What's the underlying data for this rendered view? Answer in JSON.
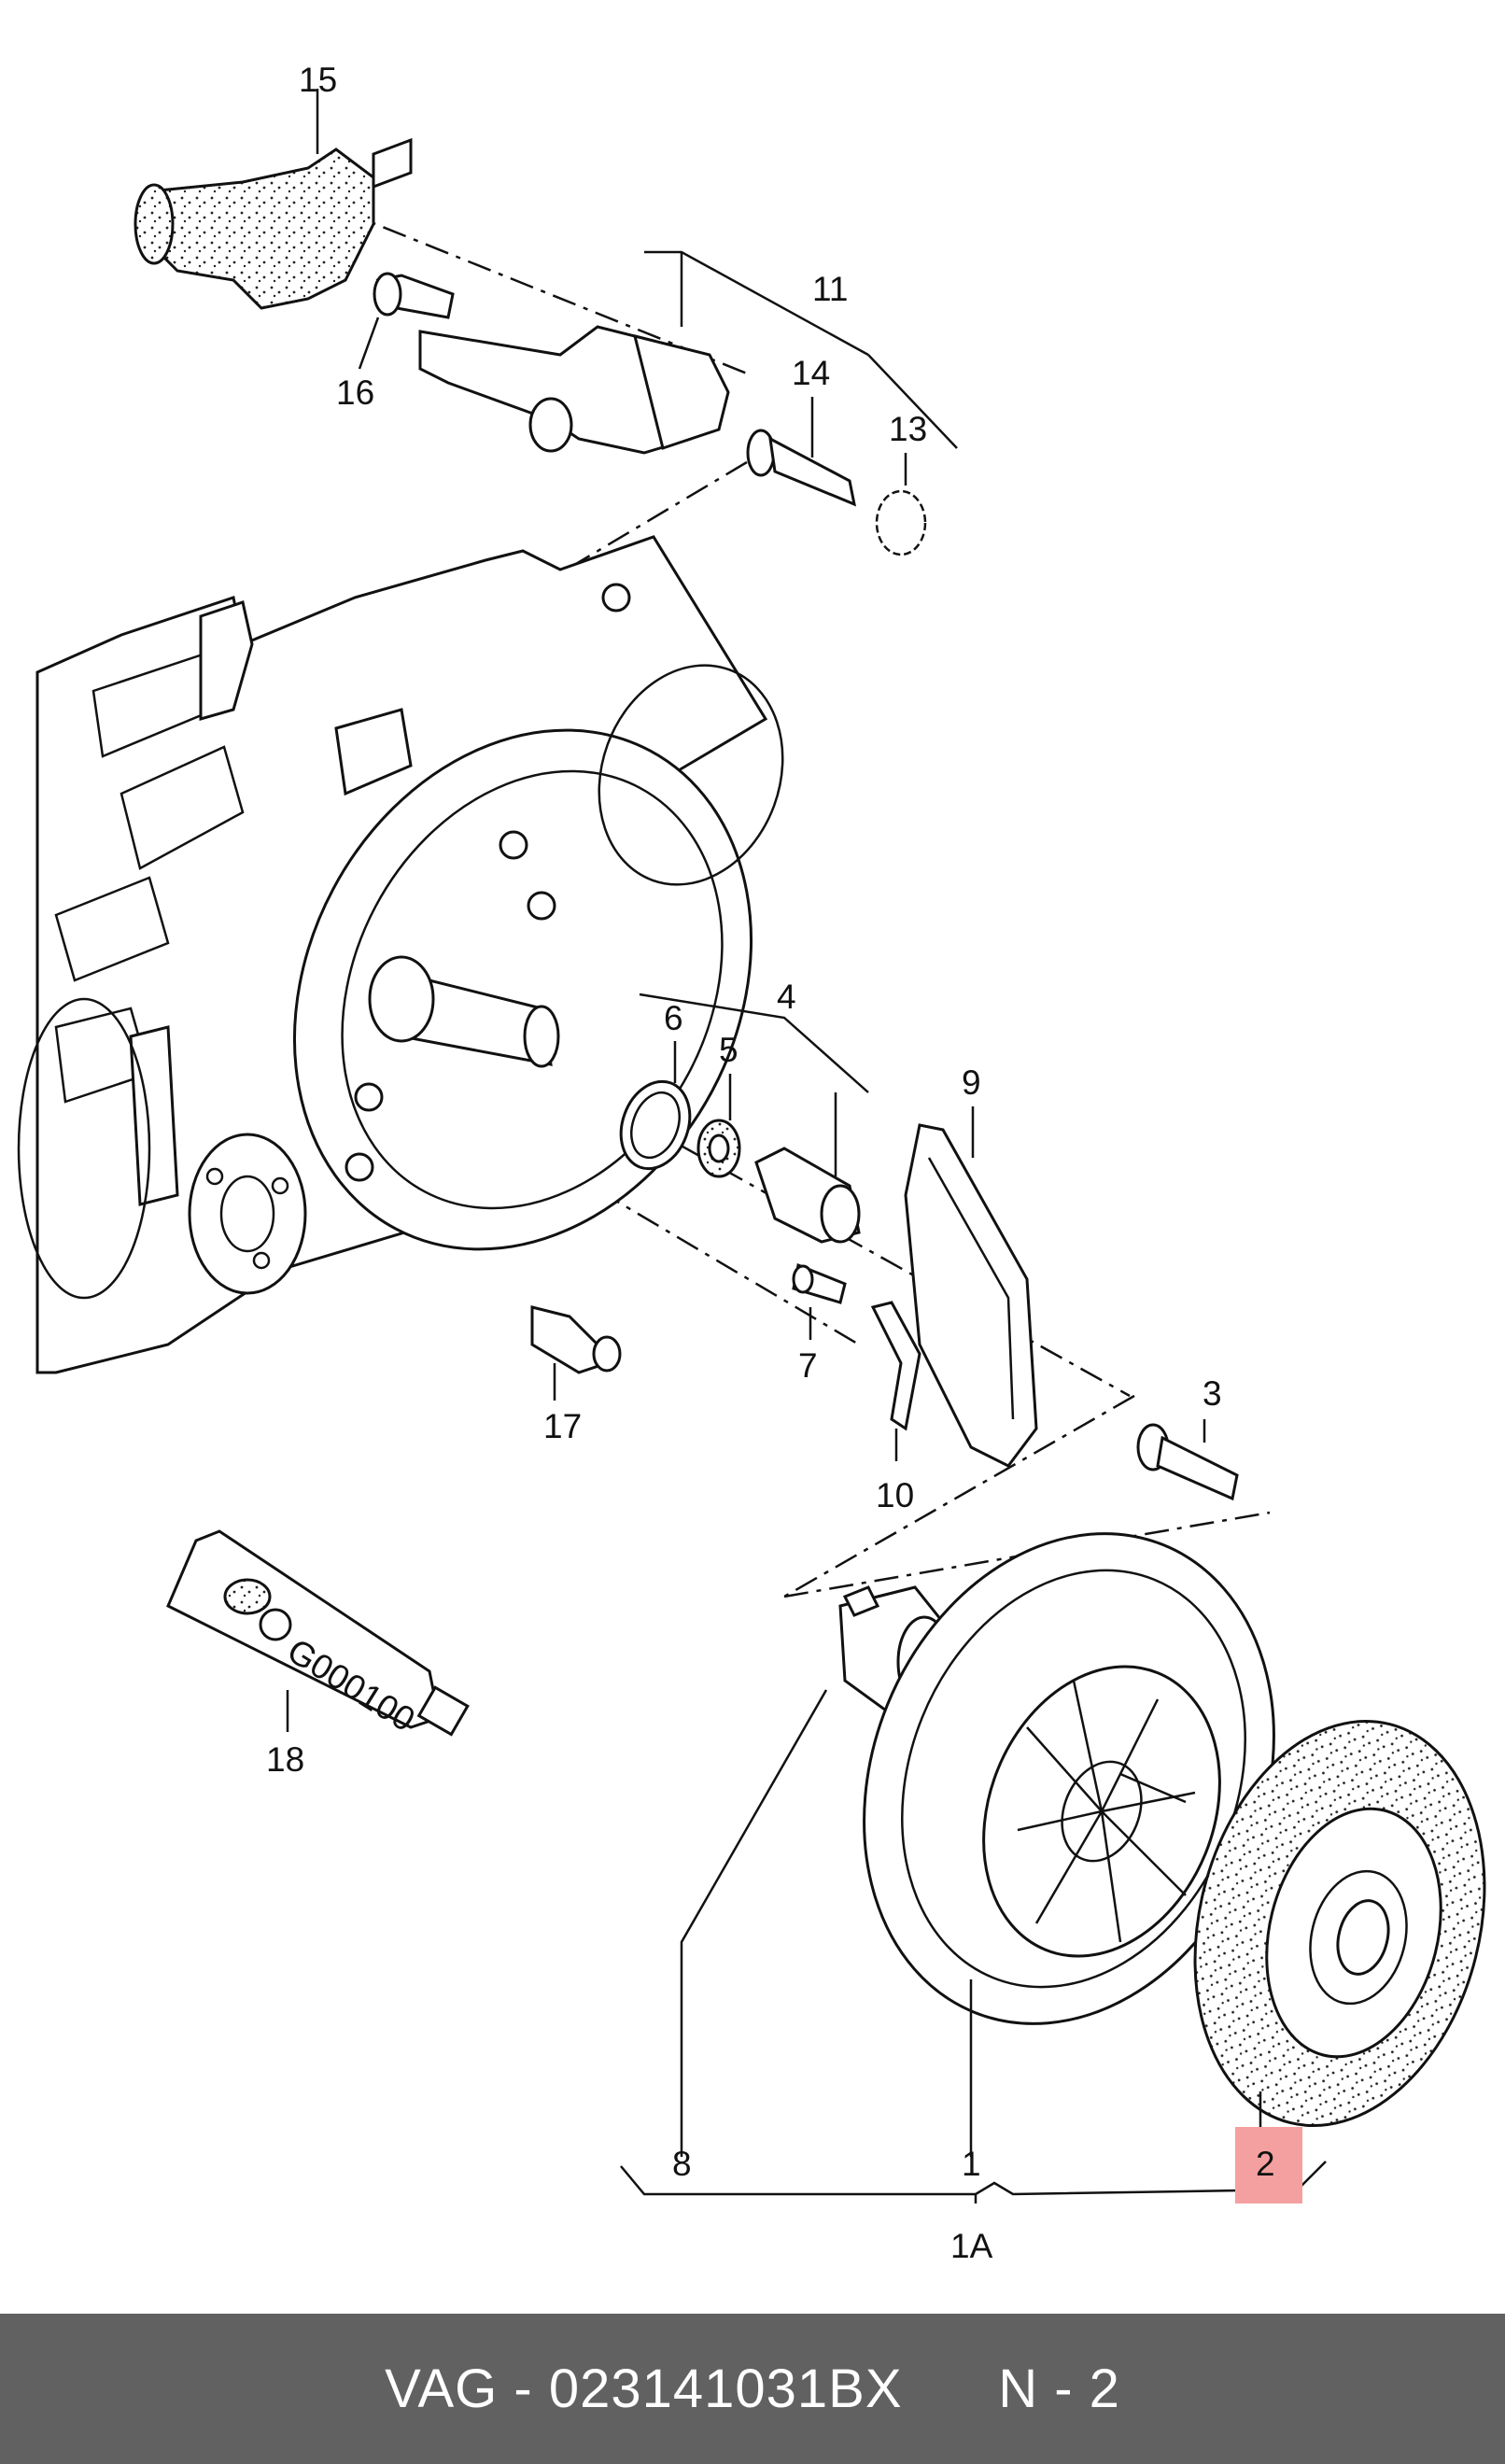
{
  "diagram": {
    "labels": {
      "l15": "15",
      "l16": "16",
      "l11": "11",
      "l14": "14",
      "l13": "13",
      "l6": "6",
      "l4": "4",
      "l5": "5",
      "l9": "9",
      "l7": "7",
      "l17": "17",
      "l10": "10",
      "l3": "3",
      "l18": "18",
      "l8": "8",
      "l1": "1",
      "l2": "2",
      "l1A": "1A"
    },
    "tube_text": "G000100",
    "highlight_color": "#f5a0a0",
    "highlighted_part": "2"
  },
  "footer": {
    "part_text": "VAG - 023141031BX",
    "position_text": "N - 2",
    "background": "#616161"
  }
}
